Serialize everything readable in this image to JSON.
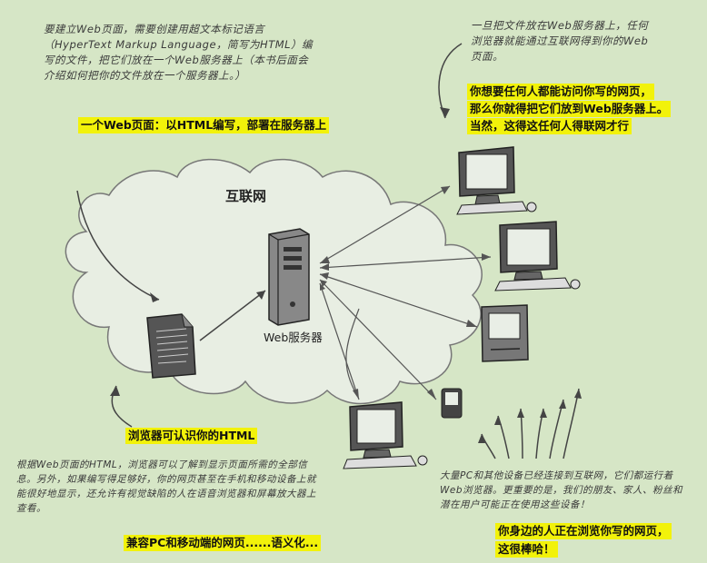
{
  "notes": {
    "top_left": "要建立Web页面，需要创建用超文本标记语言（HyperText Markup Language，简写为HTML）编写的文件，把它们放在一个Web服务器上（本书后面会介绍如何把你的文件放在一个服务器上。）",
    "top_right": "一旦把文件放在Web服务器上，任何浏览器就能通过互联网得到你的Web页面。",
    "bottom_left": "根据Web页面的HTML，浏览器可以了解到显示页面所需的全部信息。另外，如果编写得足够好，你的网页甚至在手机和移动设备上就能很好地显示，还允许有视觉缺陷的人在语音浏览器和屏幕放大器上查看。",
    "bottom_right": "大量PC和其他设备已经连接到互联网，它们都运行着Web浏览器。更重要的是，我们的朋友、家人、粉丝和潜在用户可能正在使用这些设备！"
  },
  "highlights": {
    "web_page": "一个Web页面：以HTML编写，部署在服务器上",
    "any_person_line1": "你想要任何人都能访问你写的网页，",
    "any_person_line2": "那么你就得把它们放到Web服务器上。",
    "any_person_line3": "当然，这得这任何人得联网才行",
    "browser_html": "浏览器可认识你的HTML",
    "semantic": "兼容PC和移动端的网页......语义化...",
    "people_line1": "你身边的人正在浏览你写的网页，",
    "people_line2": "这很棒哈！"
  },
  "labels": {
    "internet": "互联网",
    "web_server": "Web服务器"
  },
  "colors": {
    "background": "#d6e6c6",
    "highlight": "#f2f20a",
    "cloud": "#e8eee3",
    "ink": "#333333"
  }
}
